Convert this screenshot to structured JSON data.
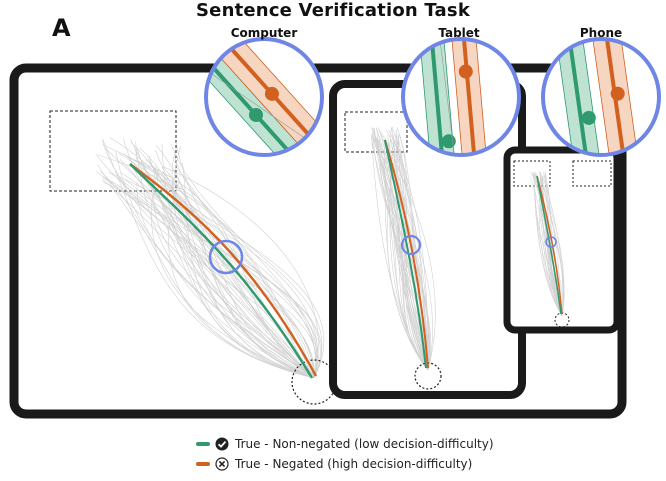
{
  "title": "Sentence Verification Task",
  "panel_label": "A",
  "devices": {
    "computer": "Computer",
    "tablet": "Tablet",
    "phone": "Phone"
  },
  "legend": {
    "non_negated": "True - Non-negated (low decision-difficulty)",
    "negated": "True - Negated (high decision-difficulty)"
  },
  "colors": {
    "non_negated": "#2e9a6e",
    "negated": "#d2611f",
    "zoom_ring": "#6f86e6",
    "device_frame": "#1a1a1a",
    "faint_traj": "#c9c9c9"
  },
  "icons": {
    "non_negated": "check-circle-icon",
    "negated": "x-circle-icon"
  }
}
